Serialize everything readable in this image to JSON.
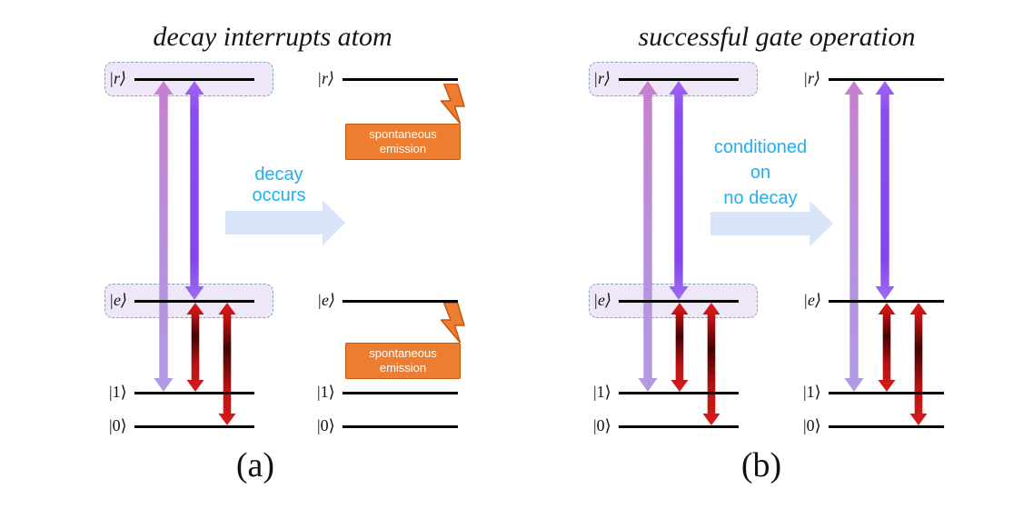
{
  "figure": {
    "levels": {
      "r": "|r⟩",
      "e": "|e⟩",
      "one": "|1⟩",
      "zero": "|0⟩"
    },
    "panel_a": {
      "title": "decay interrupts atom",
      "caption": "(a)",
      "process_label_lines": [
        "decay",
        "occurs"
      ],
      "spontaneous_emission_label": "spontaneous emission"
    },
    "panel_b": {
      "title": "successful gate operation",
      "caption": "(b)",
      "process_label_lines": [
        "conditioned",
        "on",
        "no decay"
      ]
    }
  },
  "colors": {
    "cyan_text": "#1fb0f0",
    "block_arrow": "#d8e4f8",
    "orange_fill": "#ed7d31",
    "orange_border": "#c2570f",
    "dashed_fill": "#ede7f8",
    "dashed_border": "#7fa8c8",
    "level_line": "#000000",
    "purple_arrow": "#8746ee",
    "lavender_arrow": "#b792dc",
    "red_arrow": "#d41c1c"
  }
}
